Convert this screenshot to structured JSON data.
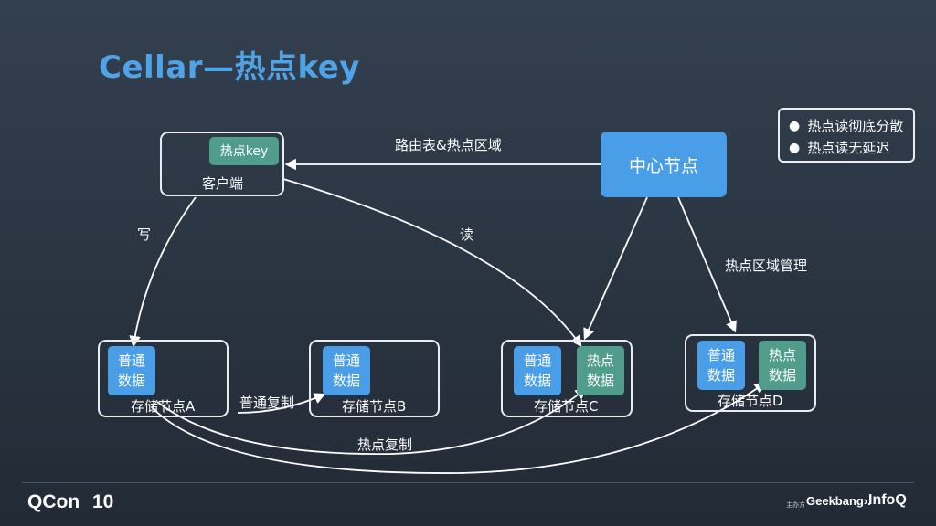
{
  "title": "Cellar—热点key",
  "client": {
    "hot_key_label": "热点key",
    "name": "客户端"
  },
  "center_node": {
    "label": "中心节点"
  },
  "notes": {
    "items": [
      "热点读彻底分散",
      "热点读无延迟"
    ]
  },
  "edges": {
    "route_label": "路由表&热点区域",
    "write_label": "写",
    "read_label": "读",
    "hot_manage_label": "热点区域管理",
    "normal_replicate_label": "普通复制",
    "hot_replicate_label": "热点复制"
  },
  "nodes": {
    "a": {
      "label": "存储节点A",
      "normal": "普通\n数据"
    },
    "b": {
      "label": "存储节点B",
      "normal": "普通\n数据"
    },
    "c": {
      "label": "存储节点C",
      "normal": "普通\n数据",
      "hot": "热点\n数据"
    },
    "d": {
      "label": "存储节点D",
      "normal": "普通\n数据",
      "hot": "热点\n数据"
    }
  },
  "footer": {
    "qcon": "QCon",
    "qcon_mark": "10",
    "sponsor": "主办方",
    "geekbang": "Geekbang›.",
    "infoq": "InfoQ"
  }
}
